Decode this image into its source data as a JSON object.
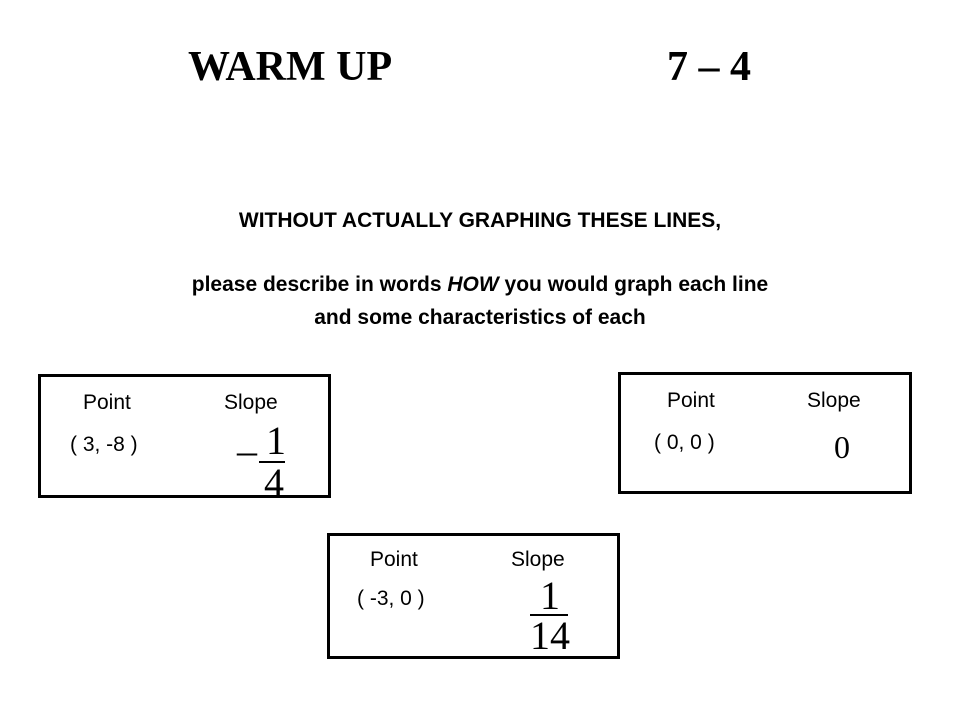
{
  "title": {
    "left": "WARM UP",
    "right": "7 – 4"
  },
  "instructions": {
    "heading": "WITHOUT ACTUALLY GRAPHING THESE LINES,",
    "line1_pre": "please describe in words ",
    "line1_em": "HOW",
    "line1_post": " you would graph each line",
    "line2": "and some characteristics of each"
  },
  "boxes": [
    {
      "point_label": "Point",
      "slope_label": "Slope",
      "point": "( 3, -8 )",
      "slope": {
        "sign": "–",
        "numerator": "1",
        "denominator": "4"
      }
    },
    {
      "point_label": "Point",
      "slope_label": "Slope",
      "point": "( 0, 0 )",
      "slope": {
        "value": "0"
      }
    },
    {
      "point_label": "Point",
      "slope_label": "Slope",
      "point": "( -3, 0 )",
      "slope": {
        "numerator": "1",
        "denominator": "14"
      }
    }
  ]
}
